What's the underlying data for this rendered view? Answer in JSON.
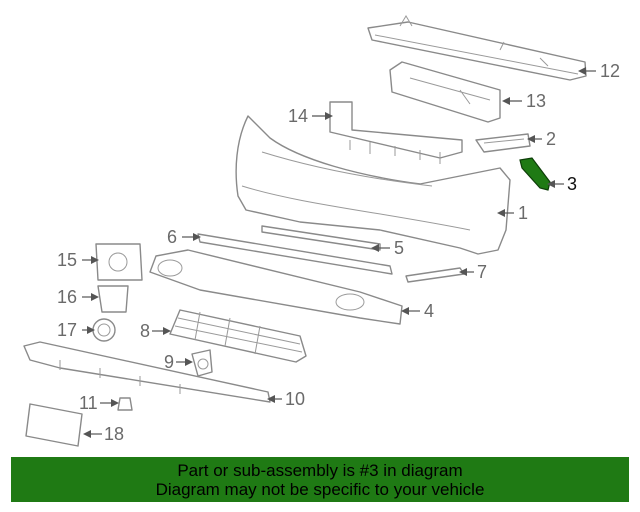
{
  "diagram": {
    "highlight_color": "#1f7a14",
    "highlighted_part": "3",
    "callouts": [
      "1",
      "2",
      "3",
      "4",
      "5",
      "6",
      "7",
      "8",
      "9",
      "10",
      "11",
      "12",
      "13",
      "14",
      "15",
      "16",
      "17",
      "18"
    ]
  },
  "footer": {
    "line1": "Part or sub-assembly is #3 in diagram",
    "line2": "Diagram may not be specific to your vehicle",
    "background": "#1f7a14"
  }
}
